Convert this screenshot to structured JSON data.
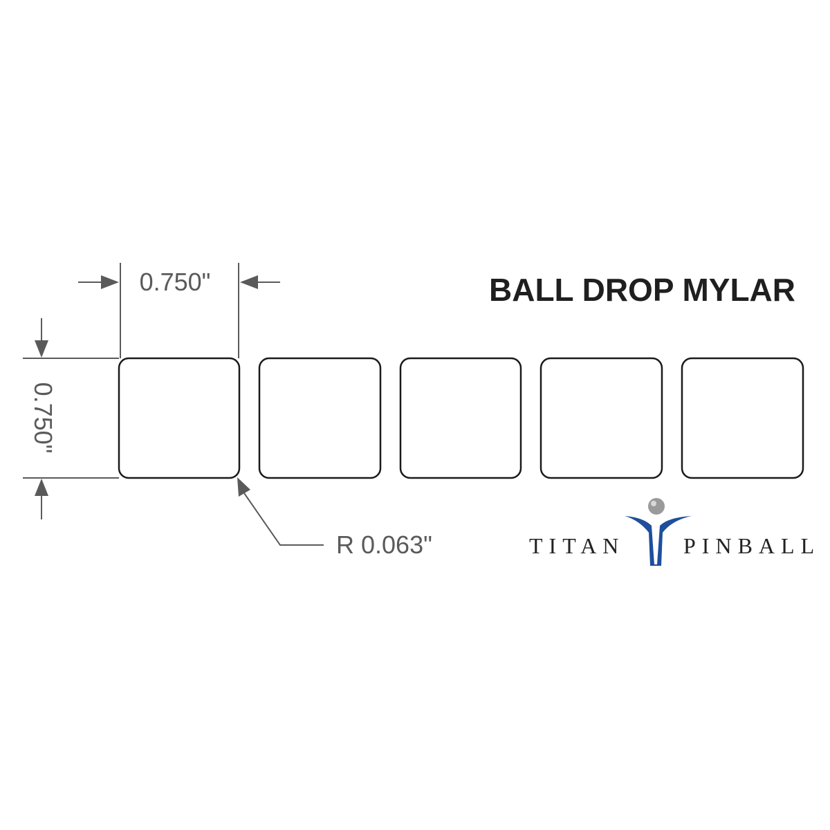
{
  "title": "BALL DROP MYLAR",
  "dimensions": {
    "width_label": "0.750\"",
    "height_label": "0.750\"",
    "radius_label": "R 0.063\""
  },
  "squares": [
    {
      "id": 1
    },
    {
      "id": 2
    },
    {
      "id": 3
    },
    {
      "id": 4
    },
    {
      "id": 5
    }
  ],
  "logo": {
    "left_text": "TITAN",
    "right_text": "PINBALL",
    "accent_color": "#1f4e9c",
    "ball_color": "#9a9a9a"
  },
  "colors": {
    "outline": "#1a1a1a",
    "dimension": "#5a5a5a",
    "title": "#1f1f1f"
  }
}
